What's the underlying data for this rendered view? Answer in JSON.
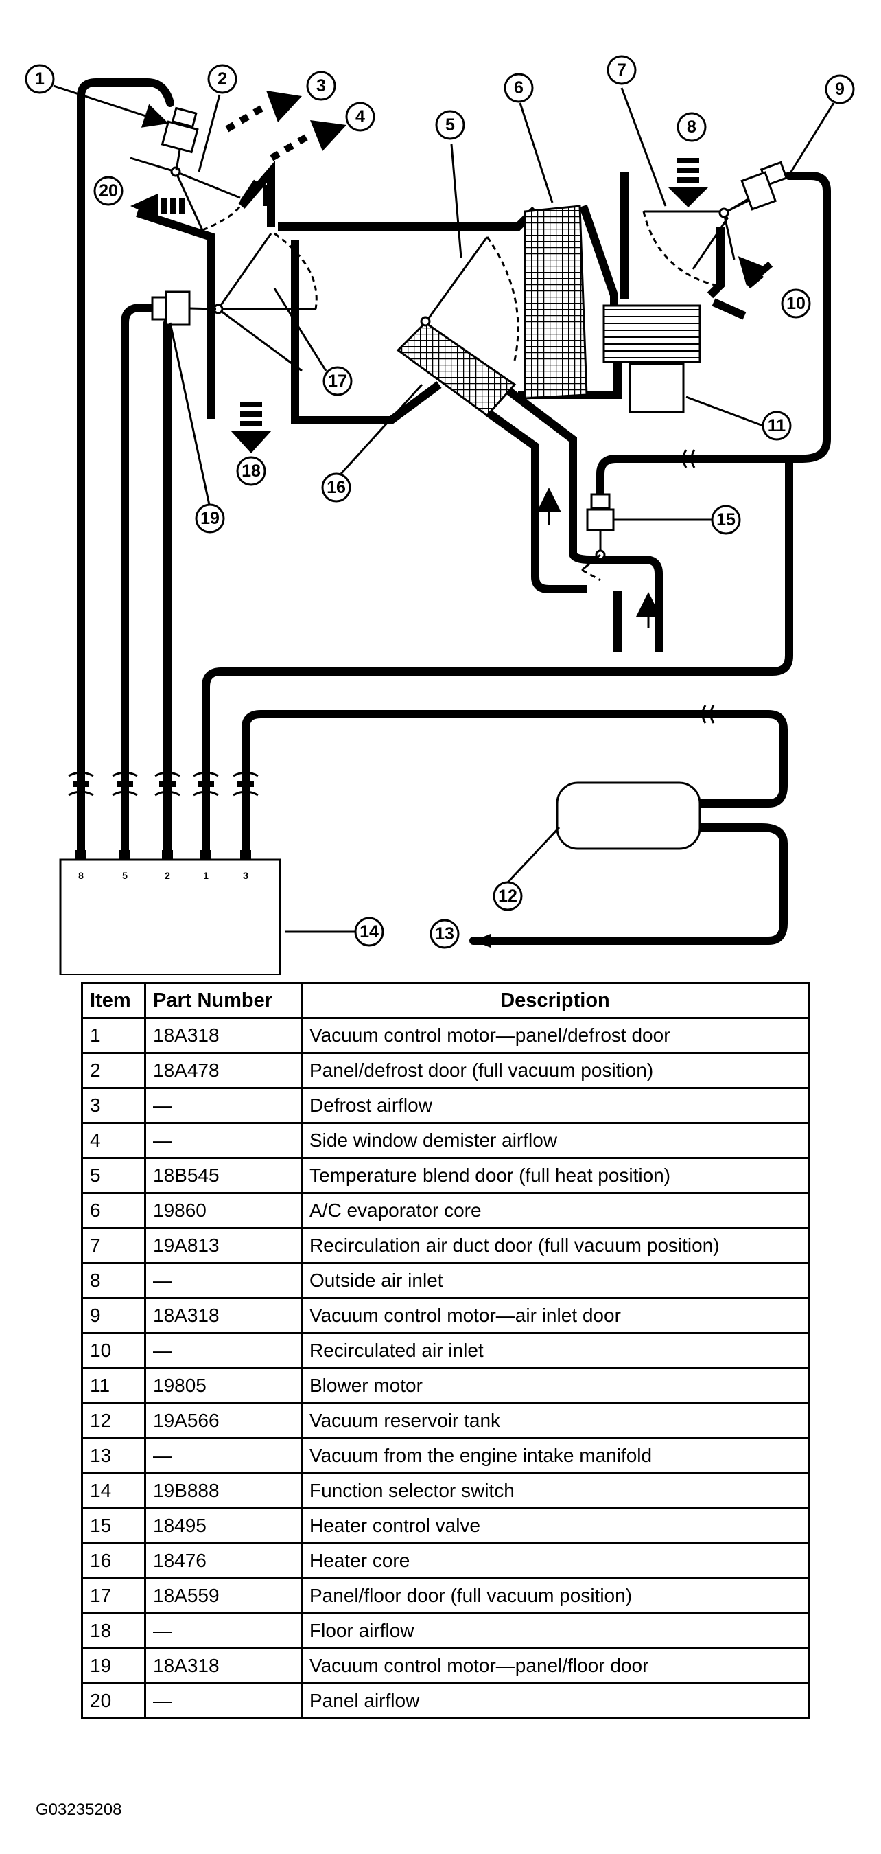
{
  "callouts": [
    "1",
    "2",
    "3",
    "4",
    "5",
    "6",
    "7",
    "8",
    "9",
    "10",
    "11",
    "12",
    "13",
    "14",
    "15",
    "16",
    "17",
    "18",
    "19",
    "20"
  ],
  "switch_pins": [
    "8",
    "5",
    "2",
    "1",
    "3"
  ],
  "table": {
    "headers": [
      "Item",
      "Part Number",
      "Description"
    ],
    "rows": [
      [
        "1",
        "18A318",
        "Vacuum control motor—panel/defrost door"
      ],
      [
        "2",
        "18A478",
        "Panel/defrost door (full vacuum position)"
      ],
      [
        "3",
        "—",
        "Defrost airflow"
      ],
      [
        "4",
        "—",
        "Side window demister airflow"
      ],
      [
        "5",
        "18B545",
        "Temperature blend door (full heat position)"
      ],
      [
        "6",
        "19860",
        "A/C evaporator core"
      ],
      [
        "7",
        "19A813",
        "Recirculation air duct door (full vacuum position)"
      ],
      [
        "8",
        "—",
        "Outside air inlet"
      ],
      [
        "9",
        "18A318",
        "Vacuum control motor—air inlet door"
      ],
      [
        "10",
        "—",
        "Recirculated air inlet"
      ],
      [
        "11",
        "19805",
        "Blower motor"
      ],
      [
        "12",
        "19A566",
        "Vacuum reservoir tank"
      ],
      [
        "13",
        "—",
        "Vacuum from the engine intake manifold"
      ],
      [
        "14",
        "19B888",
        "Function selector switch"
      ],
      [
        "15",
        "18495",
        "Heater control valve"
      ],
      [
        "16",
        "18476",
        "Heater core"
      ],
      [
        "17",
        "18A559",
        "Panel/floor door (full vacuum position)"
      ],
      [
        "18",
        "—",
        "Floor airflow"
      ],
      [
        "19",
        "18A318",
        "Vacuum control motor—panel/floor door"
      ],
      [
        "20",
        "—",
        "Panel airflow"
      ]
    ]
  },
  "figure_id": "G03235208"
}
